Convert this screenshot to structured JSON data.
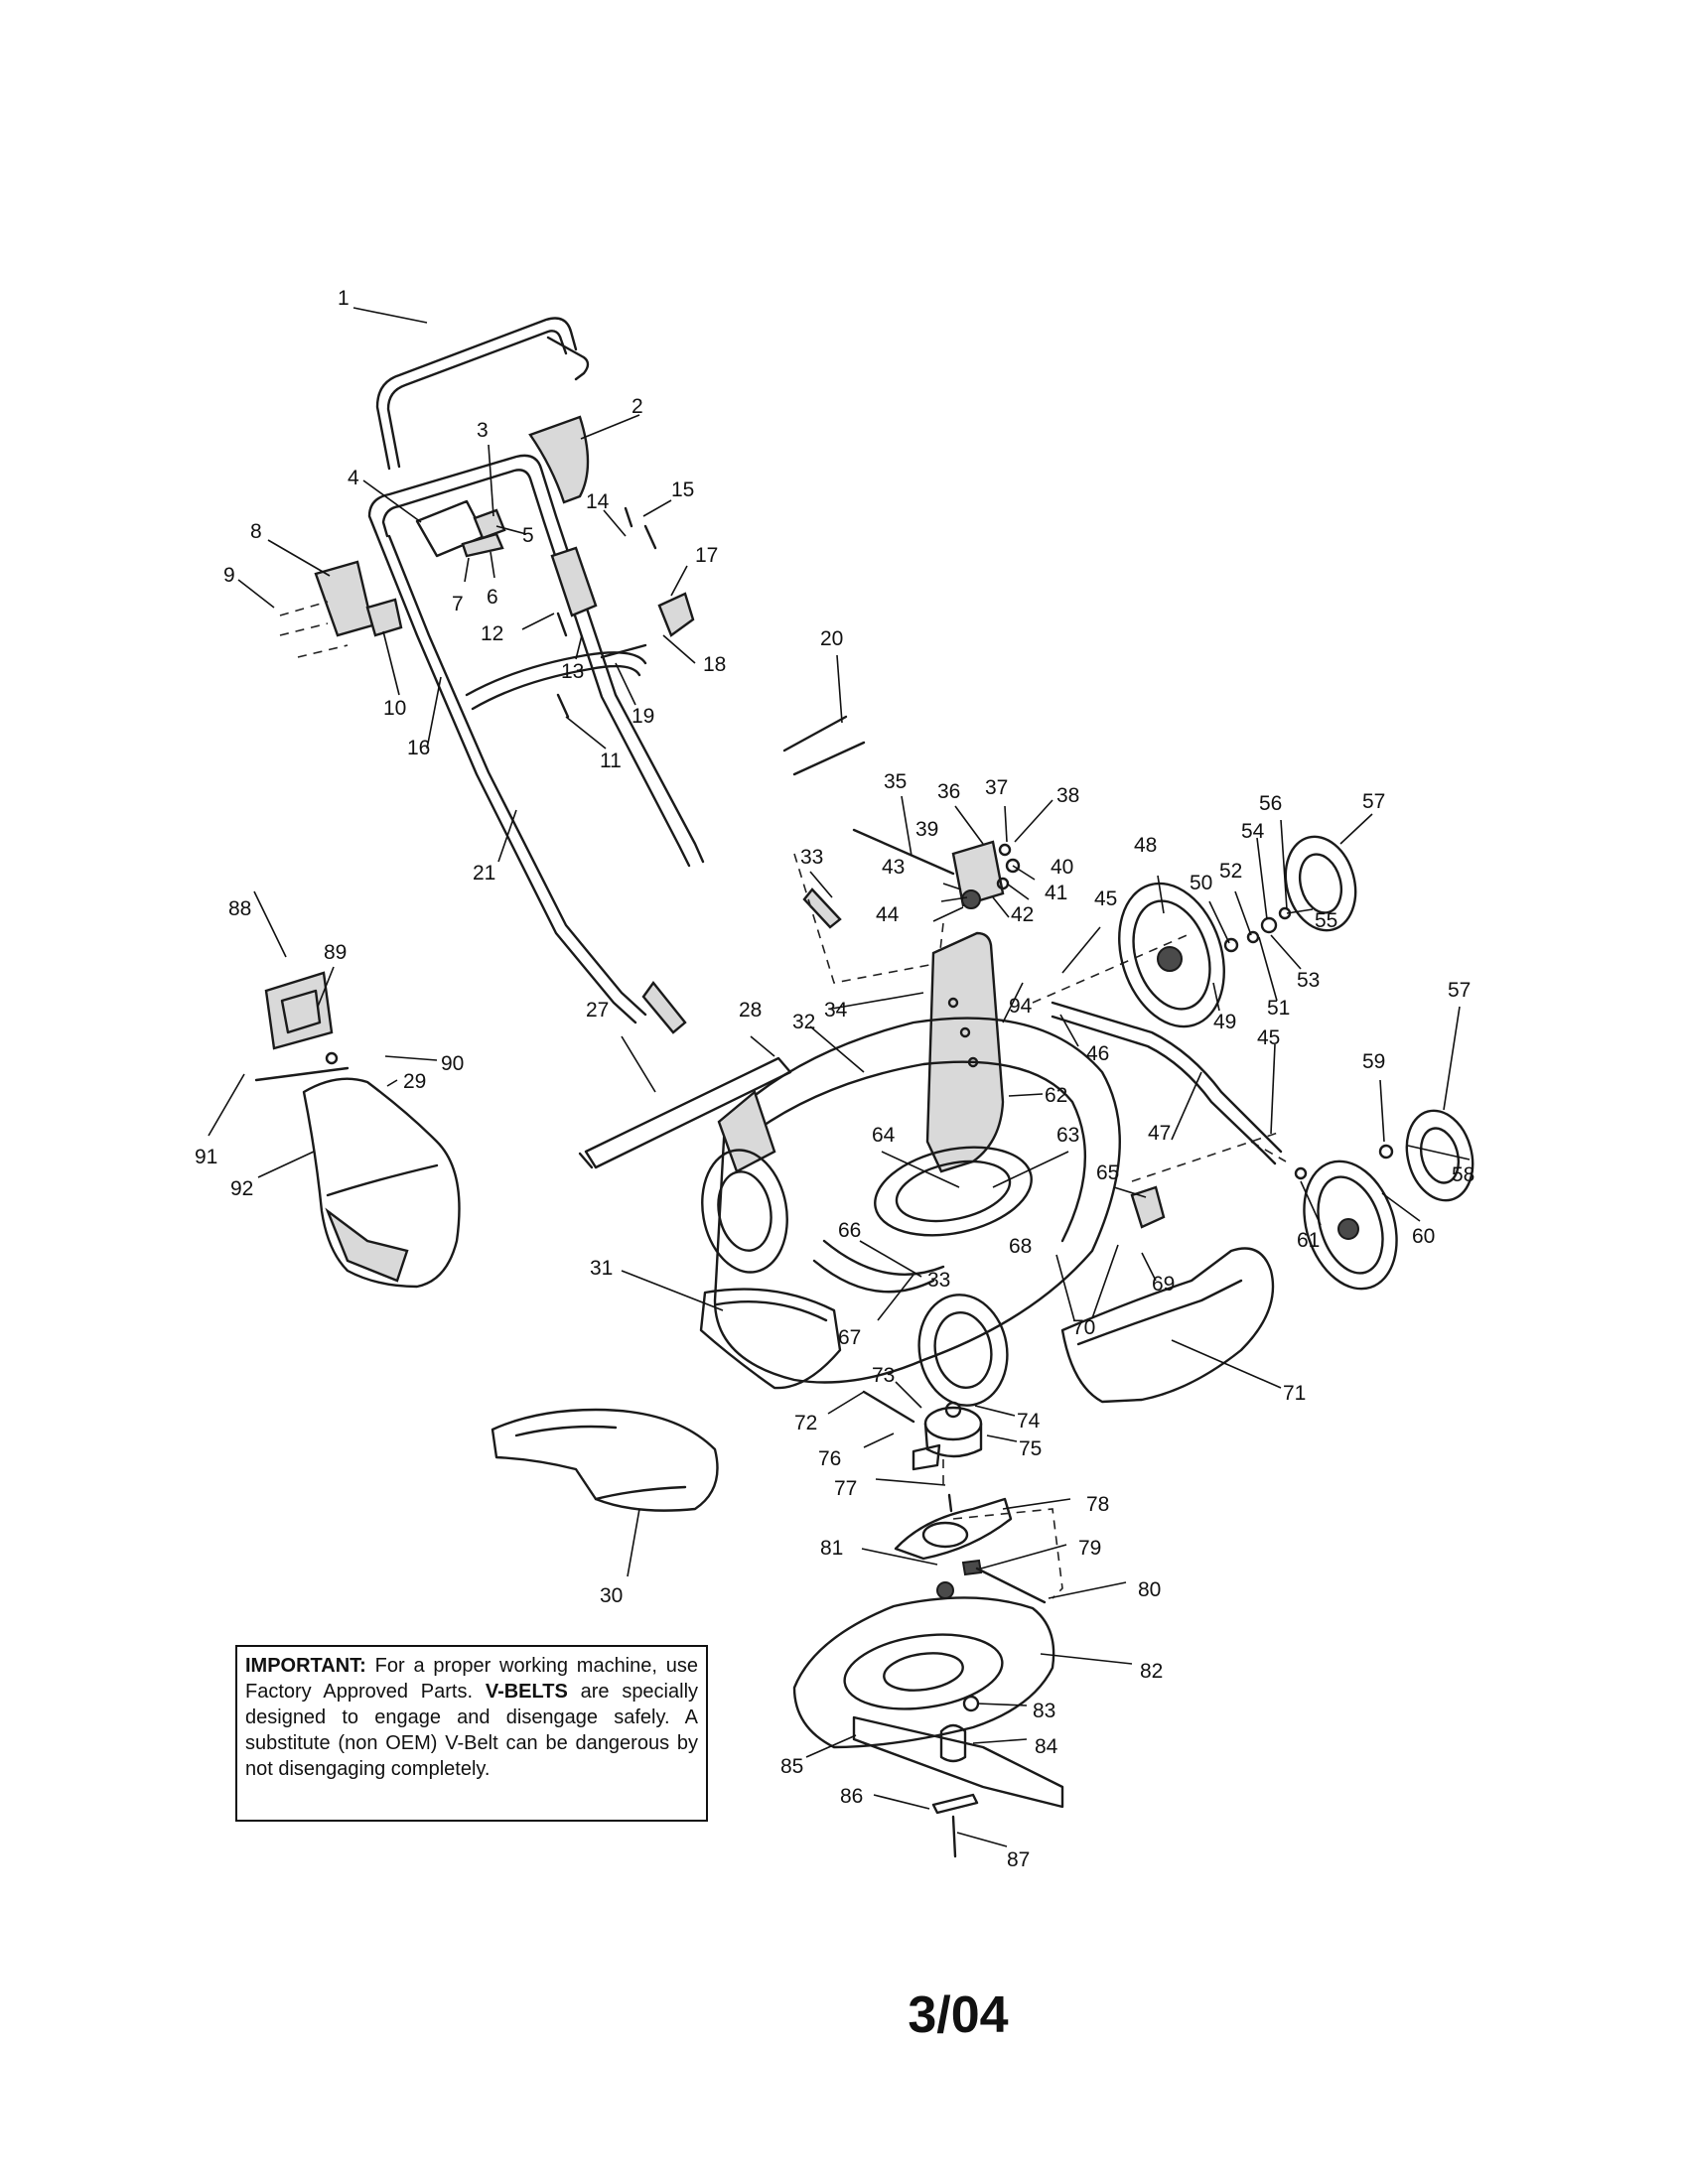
{
  "diagram": {
    "callouts": [
      "1",
      "2",
      "3",
      "4",
      "5",
      "6",
      "7",
      "8",
      "9",
      "10",
      "11",
      "12",
      "13",
      "14",
      "15",
      "16",
      "17",
      "18",
      "19",
      "20",
      "21",
      "27",
      "28",
      "29",
      "30",
      "31",
      "32",
      "33",
      "33",
      "34",
      "35",
      "36",
      "37",
      "38",
      "39",
      "40",
      "41",
      "42",
      "43",
      "44",
      "45",
      "45",
      "46",
      "47",
      "48",
      "49",
      "50",
      "51",
      "52",
      "53",
      "54",
      "55",
      "56",
      "57",
      "57",
      "58",
      "59",
      "60",
      "61",
      "62",
      "63",
      "64",
      "65",
      "66",
      "67",
      "68",
      "69",
      "70",
      "71",
      "72",
      "73",
      "74",
      "75",
      "76",
      "77",
      "78",
      "79",
      "80",
      "81",
      "82",
      "83",
      "84",
      "85",
      "86",
      "87",
      "88",
      "89",
      "90",
      "91",
      "92",
      "94"
    ]
  },
  "notice": {
    "important_label": "IMPORTANT:",
    "important_text": " For a proper working machine, use Factory Approved Parts.",
    "vbelts_label": "V-BELTS",
    "vbelts_text": " are specially designed to engage and disengage safely. A substitute (non OEM) V-Belt can be dangerous by not disengaging completely."
  },
  "footer": {
    "date": "3/04"
  }
}
